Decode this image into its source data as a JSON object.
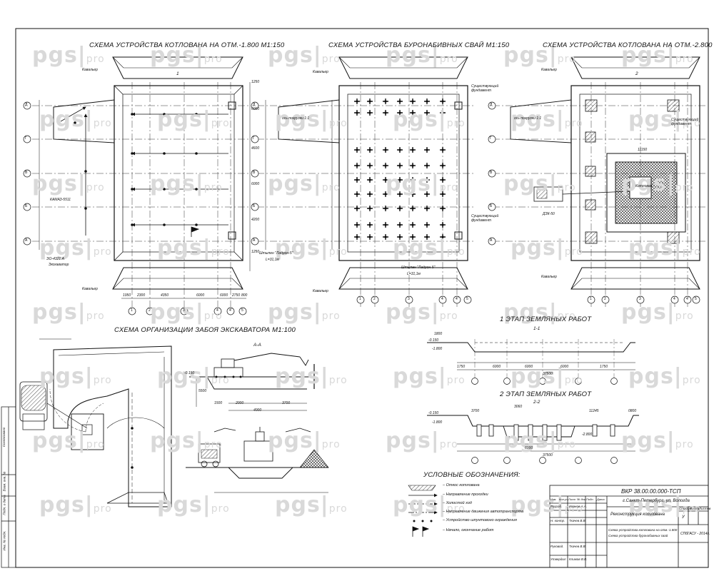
{
  "watermark": {
    "brand": "pgs",
    "suffix": "pro"
  },
  "titles": {
    "pit_1800": "СХЕМА УСТРОЙСТВА КОТЛОВАНА НА ОТМ.-1.800  М1:150",
    "bored_piles": "СХЕМА УСТРОЙСТВА БУРОНАБИВНЫХ СВАЙ  М1:150",
    "pit_2800": "СХЕМА УСТРОЙСТВА КОТЛОВАНА НА ОТМ.-2.800  М1:150",
    "excavator_face": "СХЕМА ОРГАНИЗАЦИИ ЗАБОЯ ЭКСКАВАТОРА  М1:100",
    "section_aa": "А-А",
    "stage1": "1  ЭТАП ЗЕМЛЯНЫХ РАБОТ",
    "section_11": "1-1",
    "stage2": "2  ЭТАП ЗЕМЛЯНЫХ РАБОТ",
    "section_22": "2-2",
    "legend": "УСЛОВНЫЕ ОБОЗНАЧЕНИЯ:"
  },
  "axes": {
    "rows": [
      "Д",
      "Г",
      "В",
      "Б",
      "А"
    ],
    "cols": [
      "1",
      "2",
      "3",
      "4",
      "4'",
      "5"
    ]
  },
  "labels": {
    "kavalier": "Кавальер",
    "kamaz": "КАМАЗ-5511",
    "excavator": "ЭО-4321 А",
    "excavator_sub": "Экскаватор",
    "pile_rig": "Штыпен \"Ладрон-5\"",
    "pile_len": "L=31,1м",
    "existing_foundation": "Существующий фундамент",
    "slope": "ось погрузки 1:1",
    "dbk": "ДЗК-50",
    "cut_marker_1": "1",
    "cut_marker_2": "2",
    "pit_label": "Котлован"
  },
  "legend_items": [
    "Откос котлована",
    "Направление проходки",
    "Холостой ход",
    "Направление движения автотранспорта",
    "Устройство шпунтового ограждения",
    "Начало, окончание работ"
  ],
  "dimensions": {
    "plan1_bottom": [
      "1950",
      "2300",
      "4350",
      "6000",
      "6000",
      "2750",
      "800"
    ],
    "plan1_side": [
      "1250",
      "6000",
      "4600",
      "6000",
      "4200",
      "1250"
    ],
    "plan3_total": "11150",
    "sec1": [
      "-0.150",
      "-1.800",
      "1800",
      "1750",
      "6000",
      "6000",
      "6000",
      "1750",
      "37500"
    ],
    "sec2": [
      "-0.150",
      "-1.800",
      "-2.800",
      "3700",
      "3060",
      "11245",
      "0800",
      "6000",
      "37500"
    ],
    "aa": [
      "-0.150",
      "1500",
      "2000",
      "4000",
      "3700",
      "5500"
    ]
  },
  "title_block": {
    "doc_code": "ВКР 38.00.00.000-ТСП",
    "location": "г.Санкт-Петербург, ул. Вологда",
    "object": "Реконструкция котлована",
    "stage_hdr": "Стадия",
    "sheet_hdr": "Лист",
    "sheets_hdr": "Листов",
    "stage": "У",
    "sheet_desc_1": "Схема устройства котлована на отм.-1.800",
    "sheet_desc_2": "Схема устройства буронабивных свай",
    "org": "СПбГАСУ - 2014г.",
    "rows": [
      [
        "Изм.",
        "Кол.уч",
        "Лист",
        "№ док.",
        "Подп.",
        "Дата"
      ],
      [
        "Разраб.",
        "Иванов А.А."
      ],
      [
        "Н. контр.",
        "Ткачев В.В."
      ],
      [
        "Руковод.",
        "Ткачев В.В."
      ],
      [
        "Утвердил",
        "Климов В.В."
      ]
    ]
  },
  "side_stamp": [
    "Согласовано",
    "Взам. инв. №",
    "Подп. и дата",
    "Инв. № подл."
  ]
}
